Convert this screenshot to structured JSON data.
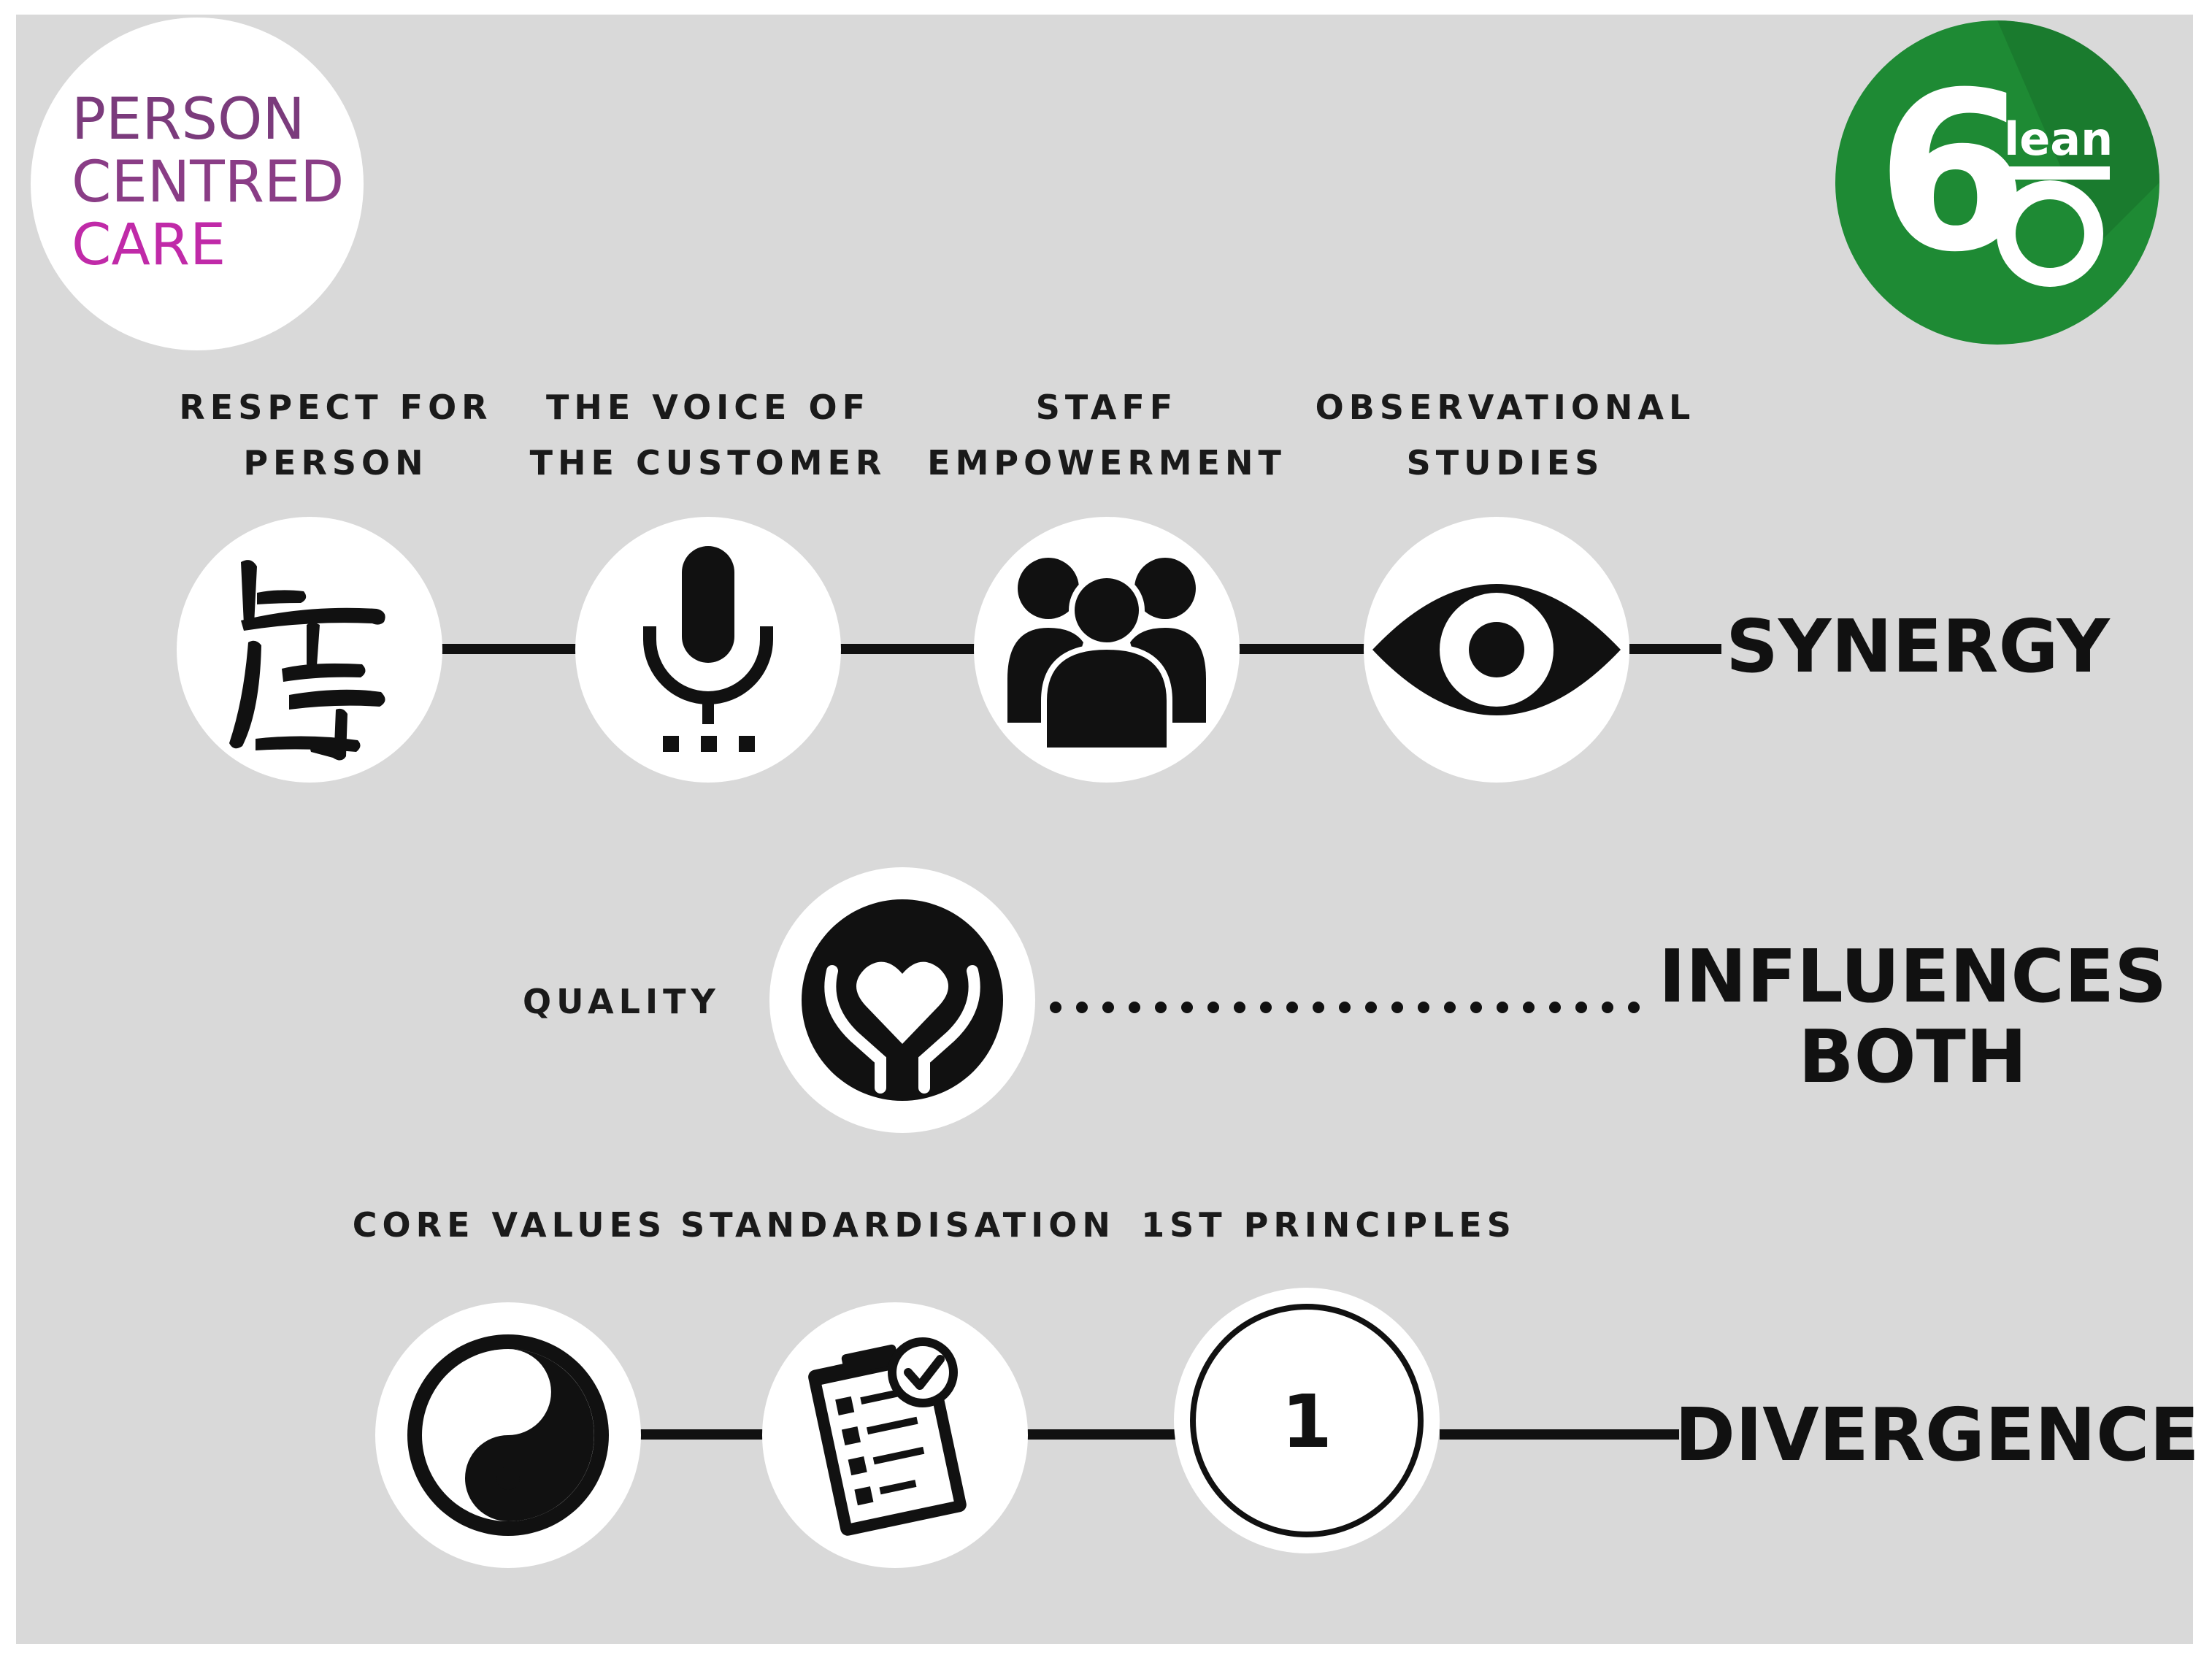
{
  "logos": {
    "person_centred_care": {
      "lines": [
        "PERSON",
        "CENTRED",
        "CARE"
      ],
      "colors": [
        "#7b3b7c",
        "#8a3d86",
        "#c02aa8"
      ]
    },
    "lean": {
      "numeral": "6",
      "word": "lean",
      "color": "#1e8a34"
    }
  },
  "rows": {
    "synergy": {
      "outcome": "SYNERGY",
      "items": [
        {
          "label_lines": [
            "RESPECT FOR",
            "PERSON"
          ],
          "icon": "kanji-respect-icon"
        },
        {
          "label_lines": [
            "THE VOICE OF",
            "THE CUSTOMER"
          ],
          "icon": "microphone-icon"
        },
        {
          "label_lines": [
            "STAFF",
            "EMPOWERMENT"
          ],
          "icon": "people-group-icon"
        },
        {
          "label_lines": [
            "OBSERVATIONAL",
            "STUDIES"
          ],
          "icon": "eye-icon"
        }
      ]
    },
    "influences": {
      "outcome_lines": [
        "INFLUENCES",
        "BOTH"
      ],
      "items": [
        {
          "label_lines": [
            "QUALITY"
          ],
          "icon": "hands-heart-icon"
        }
      ]
    },
    "divergence": {
      "outcome": "DIVERGENCE",
      "items": [
        {
          "label_lines": [
            "CORE VALUES"
          ],
          "icon": "yin-yang-icon"
        },
        {
          "label_lines": [
            "STANDARDISATION"
          ],
          "icon": "clipboard-check-icon"
        },
        {
          "label_lines": [
            "1ST PRINCIPLES"
          ],
          "icon": "number-one-icon",
          "icon_text": "1"
        }
      ]
    }
  },
  "colors": {
    "panel": "#d9d9d9",
    "ink": "#111111",
    "circle": "#ffffff"
  }
}
